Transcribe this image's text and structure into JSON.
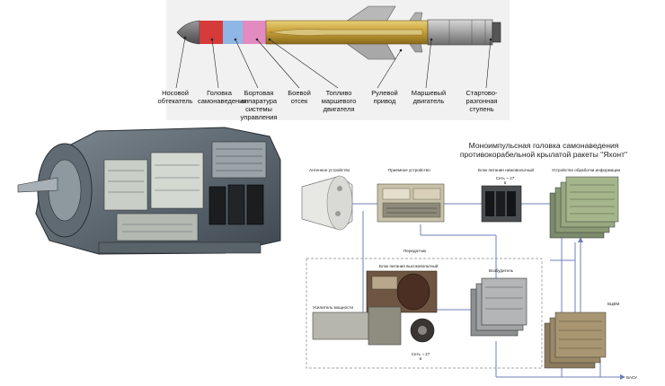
{
  "missile_labels": [
    "Носовой обтекатель",
    "Головка самонаведения",
    "Бортовая аппаратура системы управления",
    "Боевой отсек",
    "Топливо маршевого двигателя",
    "Рулевой привод",
    "Маршевый двигатель",
    "Стартово-разгонная ступень"
  ],
  "diagram_title": "Моноимпульсная головка самонаведения противокорабельной крылатой ракеты \"Яхонт\"",
  "blocks": {
    "antenna": "Антенное устройство",
    "receiver": "Приемное устройство",
    "power_low": "Блок питания низковольтный",
    "power_low_supply": "Сеть ~ 27 в",
    "processing": "Устройство обработки информации",
    "transmitter": "Передатчик",
    "power_high": "Блок питания высоковольтный",
    "amplifier": "Усилитель мощности",
    "exciter": "Возбудитель",
    "power_high_supply": "Сеть ~ 27 в",
    "bcvm": "БЦВМ",
    "basu": "БАСУ"
  },
  "colors": {
    "missile_body": "#c9a23a",
    "seeker_red": "#d63a3a",
    "seeker_blue": "#8fb7e6",
    "seeker_pink": "#e38bc0",
    "panel_bg": "#f2f2f2",
    "line_blue": "#6d7fb8"
  }
}
